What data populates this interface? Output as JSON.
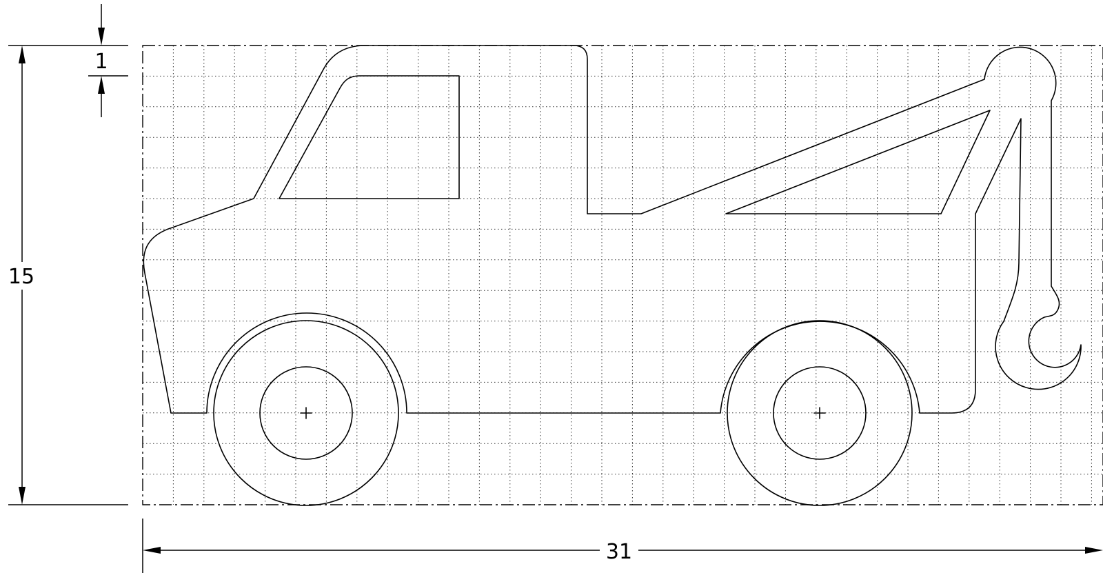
{
  "drawing": {
    "dimensions": {
      "height": "15",
      "width": "31",
      "grid_unit": "1"
    },
    "grid": {
      "columns": 31,
      "rows": 15
    }
  }
}
